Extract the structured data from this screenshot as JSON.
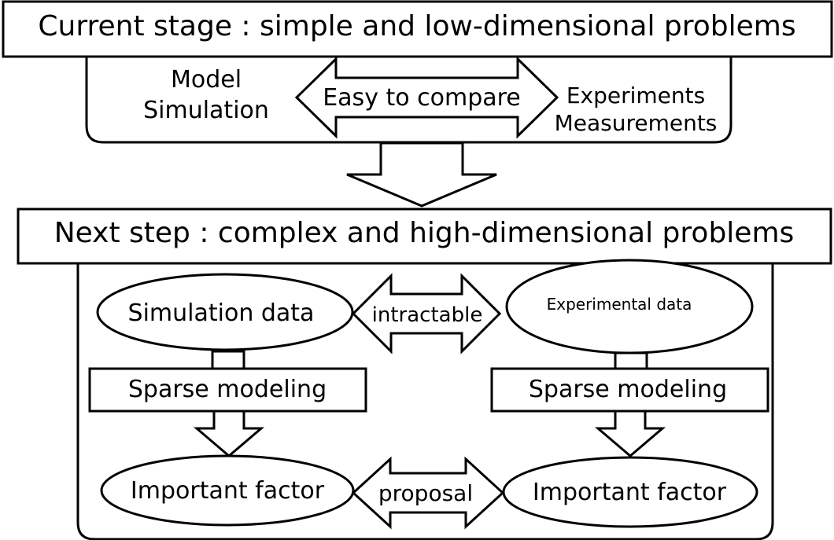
{
  "current_stage": {
    "title": "Current stage : simple and low-dimensional problems",
    "left_lines": [
      "Model",
      "Simulation"
    ],
    "arrow_label": "Easy to compare",
    "right_lines": [
      "Experiments",
      "Measurements"
    ]
  },
  "next_step": {
    "title": "Next step : complex and high-dimensional problems",
    "left_data": "Simulation data",
    "right_data": "Experimental data",
    "top_arrow_label": "intractable",
    "left_method": "Sparse modeling",
    "right_method": "Sparse modeling",
    "left_result": "Important factor",
    "right_result": "Important factor",
    "bottom_arrow_label": "proposal"
  }
}
